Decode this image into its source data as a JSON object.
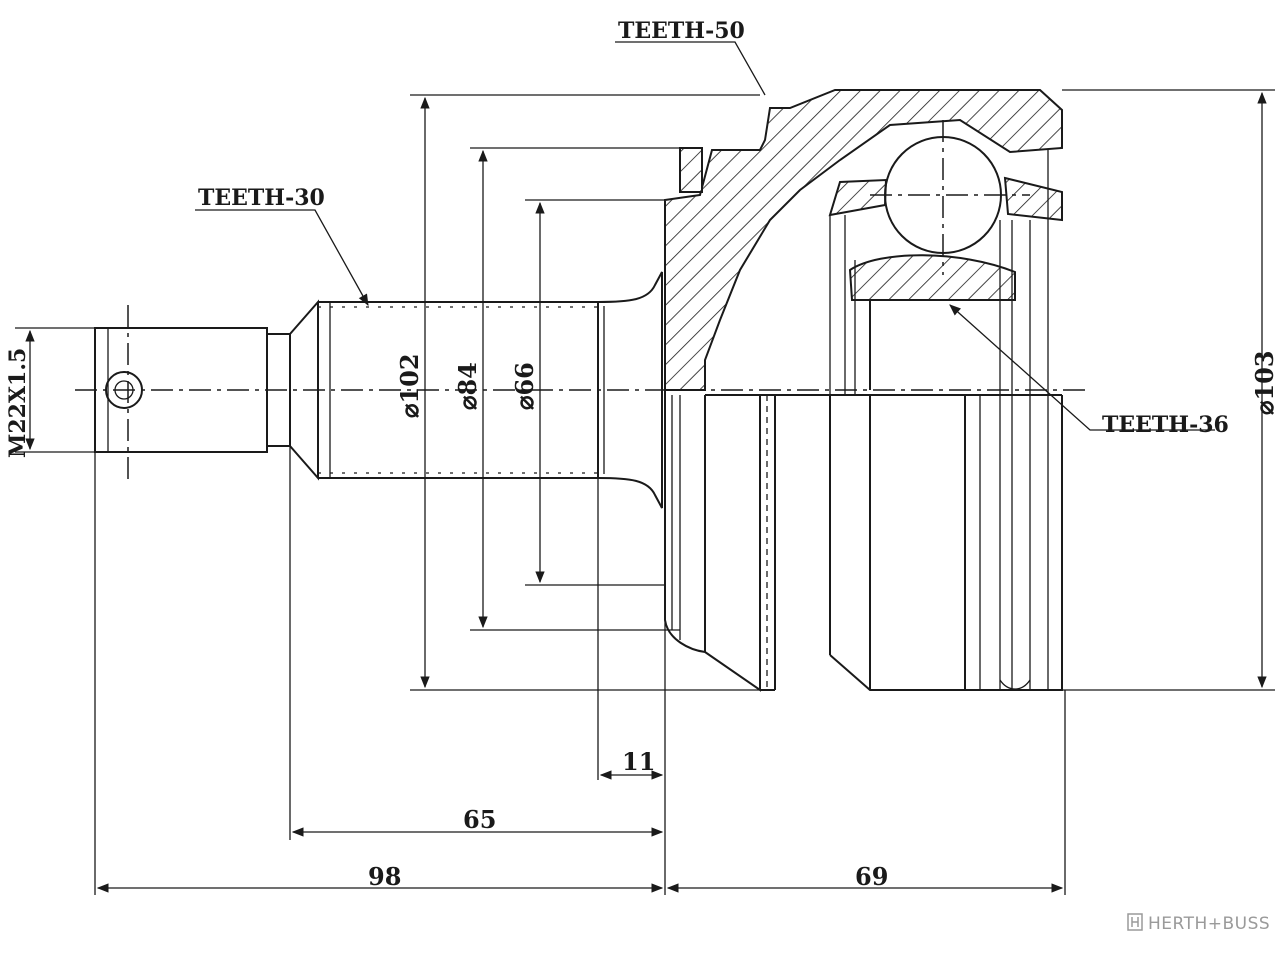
{
  "thread_label": "M22X1.5",
  "teeth": {
    "outer": "TEETH-50",
    "shaft": "TEETH-30",
    "inner": "TEETH-36"
  },
  "diameters": {
    "d102": "⌀102",
    "d84": "⌀84",
    "d66": "⌀66",
    "d103": "⌀103"
  },
  "lengths": {
    "l11": "11",
    "l65": "65",
    "l98": "98",
    "l69": "69"
  },
  "brand": "HERTH+BUSS",
  "icons": {
    "brand": "hb-logo-icon"
  }
}
